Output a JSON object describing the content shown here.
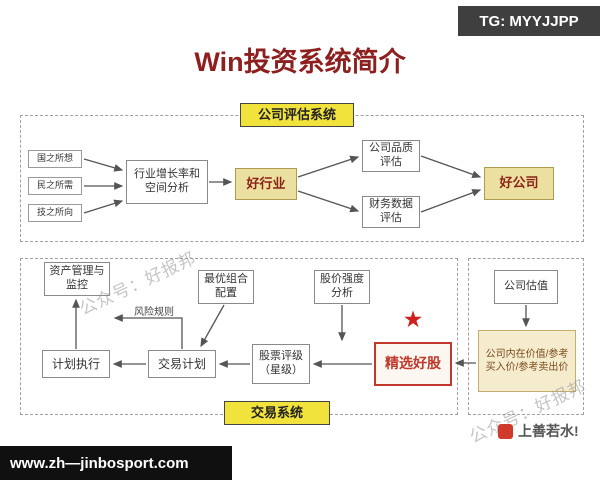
{
  "badge": {
    "text": "TG: MYYJJPP"
  },
  "title": "Win投资系统简介",
  "watermarks": {
    "w1": "公众号：好报邦",
    "w2": "公众号：好报邦"
  },
  "evaluation": {
    "label": "公司评估系统",
    "sources": [
      "国之所想",
      "民之所需",
      "技之所向"
    ],
    "industry_analysis": "行业增长率和空间分析",
    "good_industry": "好行业",
    "quality_eval": "公司品质评估",
    "financial_eval": "财务数据评估",
    "good_company": "好公司"
  },
  "trading": {
    "label": "交易系统",
    "asset_mgmt": "资产管理与监控",
    "optimal_portfolio": "最优组合配置",
    "price_strength": "股价强度分析",
    "risk_rule": "风险规则",
    "plan_execution": "计划执行",
    "trade_plan": "交易计划",
    "stock_rating": "股票评级（星级）",
    "star": "★",
    "selected_stock": "精选好股",
    "valuation": "公司估值",
    "intrinsic_value": "公司内在价值/参考买入价/参考卖出价"
  },
  "footer": {
    "site": "www.zh—jinbosport.com",
    "signature": "上善若水!"
  },
  "colors": {
    "title_red": "#8e1f1f",
    "section_yellow": "#f2e23c",
    "node_gold": "#ece0a0",
    "highlight_red": "#c0392b",
    "badge_dark": "#3f3f3f"
  }
}
